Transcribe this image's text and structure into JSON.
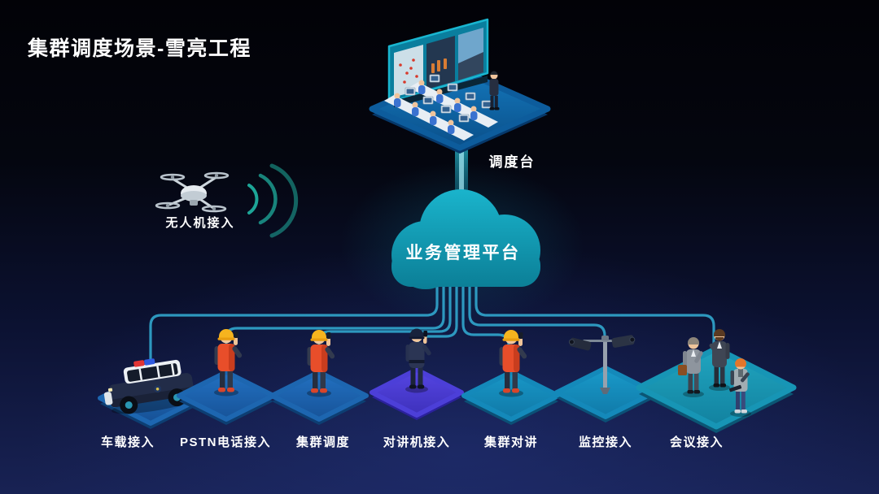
{
  "title": "集群调度场景-雪亮工程",
  "console": {
    "label": "调度台",
    "icon": "dispatch-console"
  },
  "cloud": {
    "label": "业务管理平台",
    "color": "#14a0ba"
  },
  "drone": {
    "label": "无人机接入",
    "icon": "drone"
  },
  "nodes": [
    {
      "label": "车载接入",
      "icon": "police-car"
    },
    {
      "label": "PSTN电话接入",
      "icon": "worker"
    },
    {
      "label": "集群调度",
      "icon": "worker"
    },
    {
      "label": "对讲机接入",
      "icon": "police-officer"
    },
    {
      "label": "集群对讲",
      "icon": "worker"
    },
    {
      "label": "监控接入",
      "icon": "cctv-pole"
    },
    {
      "label": "会议接入",
      "icon": "meeting-group"
    }
  ],
  "colors": {
    "background_top": "#020207",
    "background_bottom": "#182254",
    "cloud": "#14a0ba",
    "connection_line": "#2f9fc6",
    "platform_blue": "#1b63ae",
    "platform_purple": "#4c3fd8",
    "platform_teal": "#1489ba",
    "signal_arc": "#1fae9e",
    "helmet_yellow": "#f6b41e",
    "vest_orange": "#e84e2a",
    "text": "#ffffff"
  }
}
